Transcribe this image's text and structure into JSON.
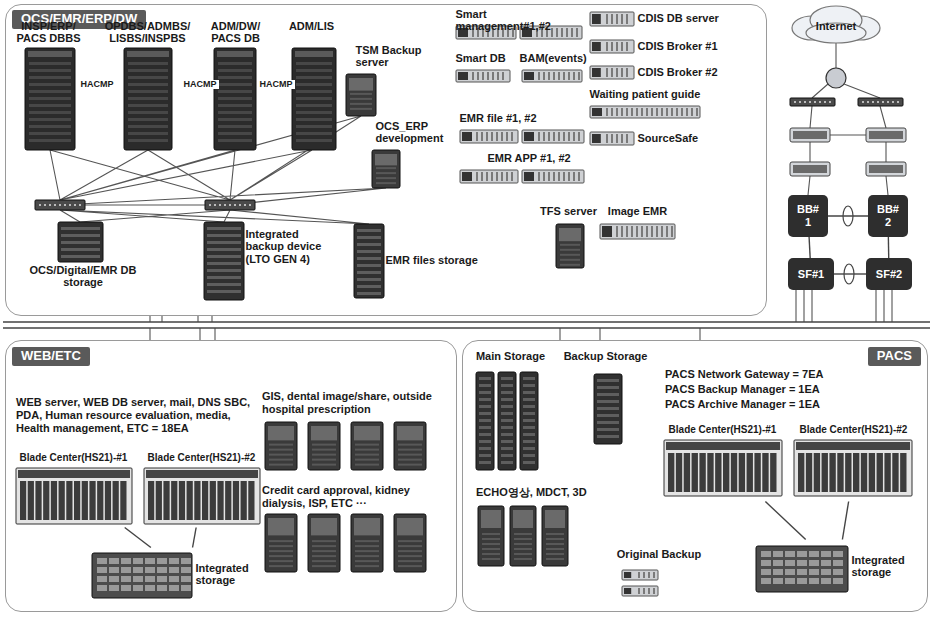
{
  "diagram": {
    "nodes": [
      {
        "text": [
          "OCS/EMR/ERP/DW"
        ]
      },
      {
        "text": [
          "INSP/ERP/ PACS DBBS"
        ],
        "in": 0
      },
      {
        "text": [
          "OPDBS/ADMBS/ LISBS/INSPBS"
        ],
        "in": 0
      },
      {
        "text": [
          "ADM/DW/ PACS DB"
        ],
        "in": 0
      },
      {
        "text": [
          "ADM/LIS"
        ],
        "in": 0
      },
      {
        "text": [
          "TSM Backup server"
        ],
        "in": 0
      },
      {
        "text": [
          "OCS_ERP development"
        ],
        "in": 0
      },
      {
        "text": [
          "Smart management#1,#2"
        ],
        "in": 0
      },
      {
        "text": [
          "Smart DB"
        ],
        "in": 0
      },
      {
        "text": [
          "BAM(events)"
        ],
        "in": 0
      },
      {
        "text": [
          "EMR file #1, #2"
        ],
        "in": 0
      },
      {
        "text": [
          "EMR APP #1, #2"
        ],
        "in": 0
      },
      {
        "text": [
          "CDIS DB server"
        ],
        "in": 0
      },
      {
        "text": [
          "CDIS Broker #1"
        ],
        "in": 0
      },
      {
        "text": [
          "CDIS Broker #2"
        ],
        "in": 0
      },
      {
        "text": [
          "Waiting patient guide"
        ],
        "in": 0
      },
      {
        "text": [
          "SourceSafe"
        ],
        "in": 0
      },
      {
        "text": [
          "TFS server"
        ],
        "in": 0
      },
      {
        "text": [
          "Image EMR"
        ],
        "in": 0
      },
      {
        "text": [
          "OCS/Digital/EMR DB storage"
        ],
        "in": 0
      },
      {
        "text": [
          "Integrated backup device (LTO GEN 4)"
        ],
        "in": 0
      },
      {
        "text": [
          "EMR files storage"
        ],
        "in": 0
      },
      {
        "text": [
          "Internet"
        ]
      },
      {
        "text": [
          "BB# 1"
        ]
      },
      {
        "text": [
          "BB# 2"
        ]
      },
      {
        "text": [
          "SF#1"
        ]
      },
      {
        "text": [
          "SF#2"
        ]
      },
      {
        "text": [
          "WEB/ETC"
        ]
      },
      {
        "text": [
          "Blade Center(HS21)-#1"
        ],
        "in": 27
      },
      {
        "text": [
          "Blade Center(HS21)-#2"
        ],
        "in": 27
      },
      {
        "text": [
          "Integrated storage"
        ],
        "in": 27
      },
      {
        "text": [
          "PACS"
        ]
      },
      {
        "text": [
          "Main Storage"
        ],
        "in": 31
      },
      {
        "text": [
          "Backup Storage"
        ],
        "in": 31
      },
      {
        "text": [
          "Original Backup"
        ],
        "in": 31
      },
      {
        "text": [
          "Blade Center(HS21)-#1"
        ],
        "in": 31
      },
      {
        "text": [
          "Blade Center(HS21)-#2"
        ],
        "in": 31
      },
      {
        "text": [
          "Integrated storage"
        ],
        "in": 31
      }
    ],
    "edges": [
      {
        "from": 1,
        "to": 2,
        "label": "HACMP",
        "arrow": "none"
      },
      {
        "from": 2,
        "to": 3,
        "label": "HACMP",
        "arrow": "none"
      },
      {
        "from": 3,
        "to": 4,
        "label": "HACMP",
        "arrow": "none"
      },
      {
        "from": 23,
        "to": 24,
        "arrow": "none"
      },
      {
        "from": 25,
        "to": 26,
        "arrow": "none"
      },
      {
        "from": 23,
        "to": 25,
        "arrow": "none"
      },
      {
        "from": 24,
        "to": 26,
        "arrow": "none"
      },
      {
        "from": 28,
        "to": 30,
        "arrow": "none"
      },
      {
        "from": 29,
        "to": 30,
        "arrow": "none"
      },
      {
        "from": 35,
        "to": 37,
        "arrow": "none"
      },
      {
        "from": 36,
        "to": 37,
        "arrow": "none"
      }
    ],
    "labels": [
      "WEB server, WEB DB server, mail, DNS SBC, PDA, Human resource evaluation, media, Health management, ETC = 18EA",
      "GIS, dental image/share, outside hospital prescription",
      "Credit card approval, kidney dialysis, ISP, ETC ···",
      "ECHO영상, MDCT, 3D",
      "PACS Network Gateway = 7EA",
      "PACS Backup Manager = 1EA",
      "PACS Archive Manager = 1EA"
    ]
  }
}
